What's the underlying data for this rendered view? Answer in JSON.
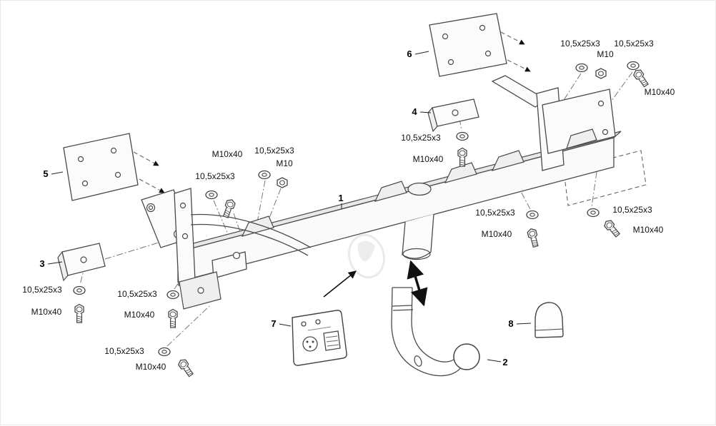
{
  "diagram": {
    "kind": "exploded-assembly",
    "colors": {
      "ink": "#1a1a1a",
      "line": "#4a4a4a",
      "construction": "#777777",
      "paper": "#ffffff"
    }
  },
  "labels": {
    "washer": "10,5x25x3",
    "bolt": "M10x40",
    "nut": "M10"
  },
  "parts": {
    "p1": "1",
    "p2": "2",
    "p3": "3",
    "p4": "4",
    "p5": "5",
    "p6": "6",
    "p7": "7",
    "p8": "8"
  }
}
